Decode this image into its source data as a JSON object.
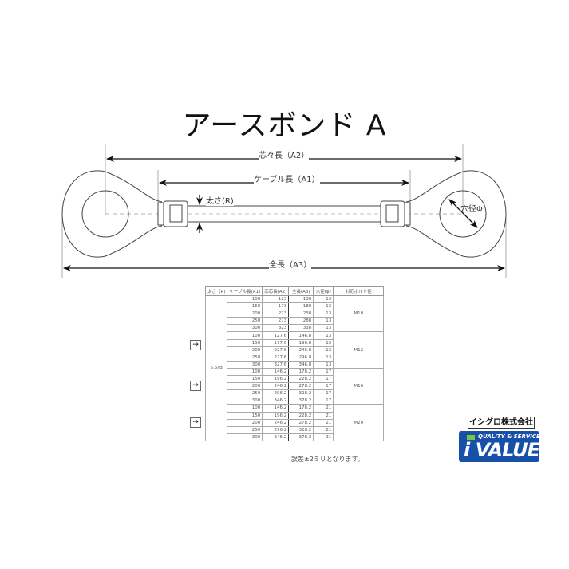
{
  "title": "アースボンド A",
  "labels": {
    "a2": "芯々長（A2）",
    "a1": "ケーブル長（A1）",
    "a3": "全長（A3）",
    "thickness": "太さ(R)",
    "hole": "穴径Φ"
  },
  "table": {
    "headers": [
      "太さ（R)",
      "ケーブル長(A1)",
      "芯芯長(A2)",
      "全長(A3)",
      "穴径(φ)",
      "対応ボルト径"
    ],
    "size": "5.5sq",
    "groups": [
      {
        "bolt": "M10",
        "rows": [
          [
            "100",
            "123",
            "138",
            "13"
          ],
          [
            "150",
            "173",
            "188",
            "13"
          ],
          [
            "200",
            "223",
            "238",
            "13"
          ],
          [
            "250",
            "273",
            "288",
            "13"
          ],
          [
            "300",
            "323",
            "338",
            "13"
          ]
        ]
      },
      {
        "bolt": "M12",
        "rows": [
          [
            "100",
            "127.6",
            "146.8",
            "13"
          ],
          [
            "150",
            "177.6",
            "196.8",
            "13"
          ],
          [
            "200",
            "227.6",
            "246.8",
            "13"
          ],
          [
            "250",
            "277.6",
            "296.8",
            "13"
          ],
          [
            "300",
            "327.6",
            "346.8",
            "13"
          ]
        ]
      },
      {
        "bolt": "M16",
        "rows": [
          [
            "100",
            "146.2",
            "178.2",
            "17"
          ],
          [
            "150",
            "196.2",
            "228.2",
            "17"
          ],
          [
            "200",
            "246.2",
            "278.2",
            "17"
          ],
          [
            "250",
            "296.2",
            "328.2",
            "17"
          ],
          [
            "300",
            "346.2",
            "378.2",
            "17"
          ]
        ]
      },
      {
        "bolt": "M20",
        "rows": [
          [
            "100",
            "146.2",
            "178.2",
            "21"
          ],
          [
            "150",
            "196.2",
            "228.2",
            "21"
          ],
          [
            "200",
            "246.2",
            "278.2",
            "21"
          ],
          [
            "250",
            "296.2",
            "328.2",
            "21"
          ],
          [
            "300",
            "346.2",
            "378.2",
            "21"
          ]
        ]
      }
    ],
    "arrow_glyph": "→",
    "note": "誤差±2ミリとなります。"
  },
  "brand": {
    "company": "イシグロ株式会社",
    "tagline": "QUALITY & SERVICE",
    "name": "i VALUE",
    "colors": {
      "blue": "#1750a8",
      "green": "#7fc241"
    }
  }
}
